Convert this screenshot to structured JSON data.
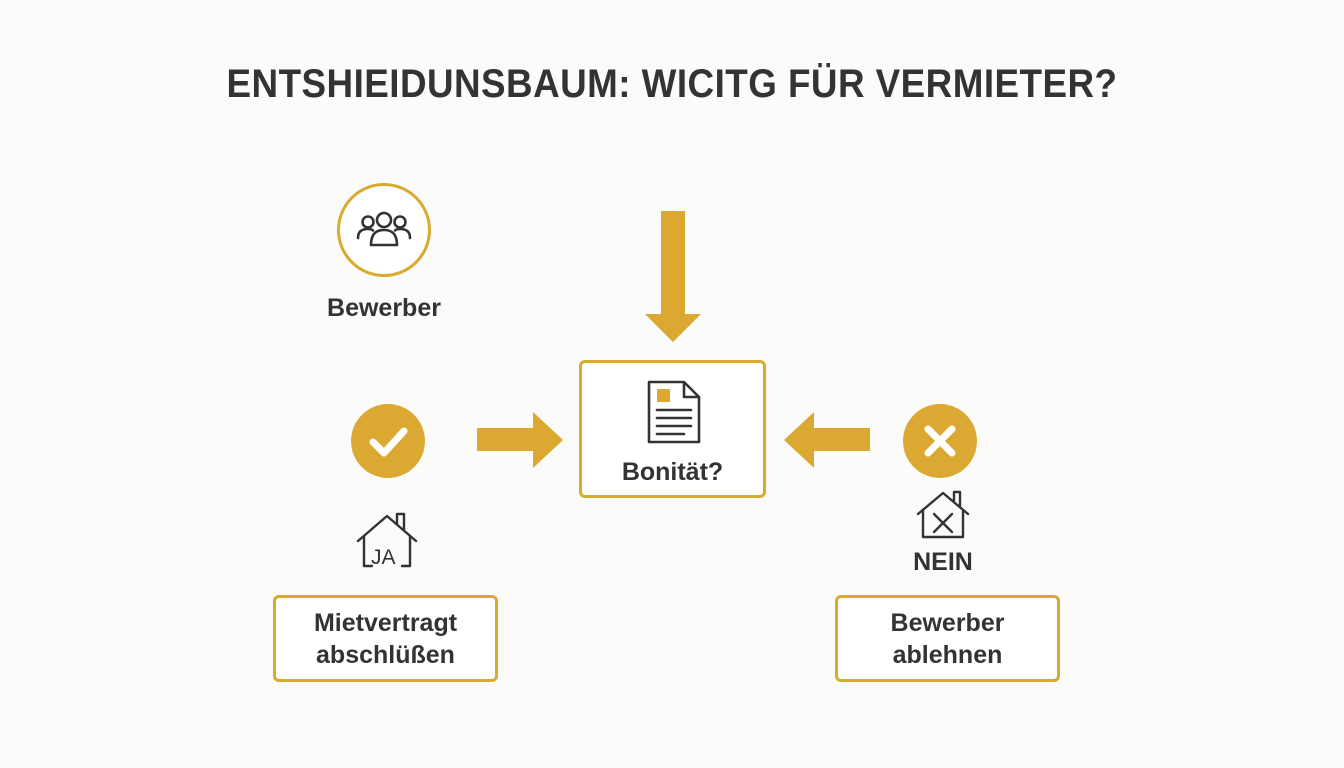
{
  "title": "ENTSHIEIDUNSBAUM: WICITG FÜR VERMIETER?",
  "applicant": {
    "icon": "users-icon",
    "label": "Bewerber"
  },
  "decision": {
    "icon": "document-icon",
    "label": "Bonität?"
  },
  "yes_branch": {
    "status_icon": "checkmark-icon",
    "house_icon": "house-icon",
    "house_text": "JA",
    "box_line1": "Mietvertragt",
    "box_line2": "abschlüßen"
  },
  "no_branch": {
    "status_icon": "cross-icon",
    "house_icon": "house-x-icon",
    "label": "NEIN",
    "box_line1": "Bewerber",
    "box_line2": "ablehnen"
  },
  "colors": {
    "accent": "#d8aa2e",
    "text": "#333333",
    "background": "#fbfbfa"
  }
}
